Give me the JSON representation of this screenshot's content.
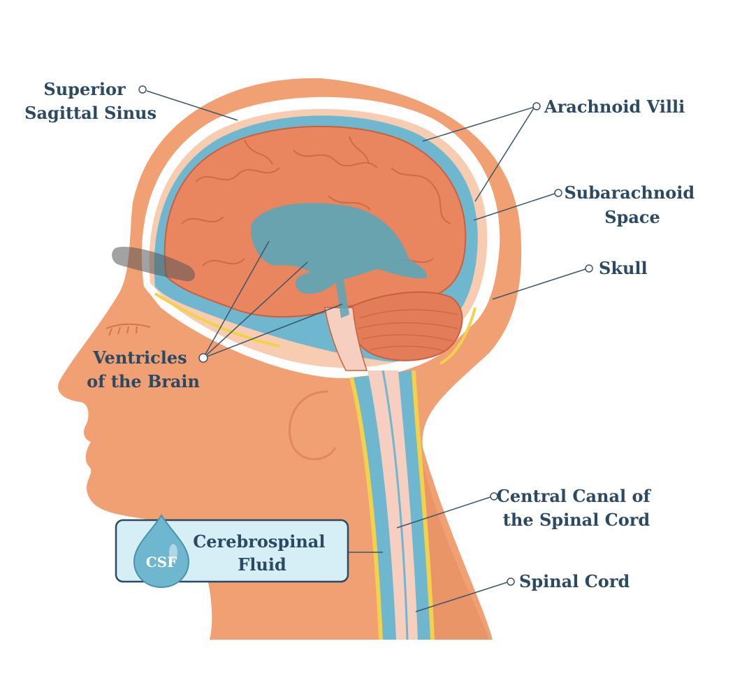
{
  "labels": {
    "superior_sagittal_sinus": [
      "Superior",
      "Sagittal Sinus"
    ],
    "arachnoid_villi": [
      "Arachnoid Villi"
    ],
    "subarachnoid_space": [
      "Subarachnoid",
      "Space"
    ],
    "skull": [
      "Skull"
    ],
    "ventricles": [
      "Ventricles",
      "of the Brain"
    ],
    "central_canal": [
      "Central Canal of",
      "the Spinal Cord"
    ],
    "spinal_cord": [
      "Spinal Cord"
    ]
  },
  "legend_box": {
    "drop_text": "CSF",
    "title_lines": [
      "Cerebrospinal",
      "Fluid"
    ]
  },
  "colors": {
    "label_text": "#2b4a62",
    "skin": "#f0a073",
    "skin_dark": "#e48c5e",
    "skull": "#f7c3a3",
    "csf": "#6fb6cf",
    "brain": "#e98660",
    "brain_outline": "#c9603d",
    "ventricle": "#5aa6b8",
    "spinal_cord": "#f6cfc0",
    "dura_yellow": "#f2d24a",
    "leader_line": "#3c5568"
  }
}
